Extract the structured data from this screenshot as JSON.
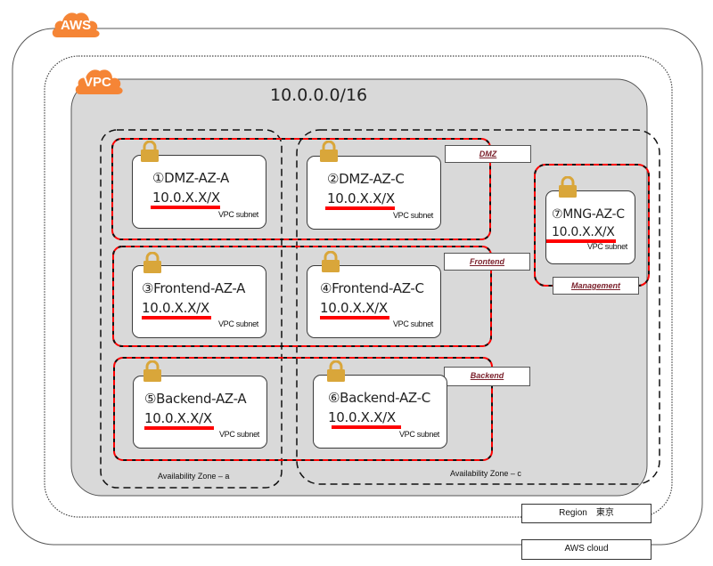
{
  "clouds": {
    "aws_badge": "AWS",
    "vpc_badge": "VPC"
  },
  "colors": {
    "badge_orange": "#f58536",
    "vpc_fill": "#d9d9d9",
    "tier_border": "#ff0000",
    "lock_gold": "#d9a63a",
    "tier_label_text": "#7a1f2a"
  },
  "vpc": {
    "cidr": "10.0.0.0/16"
  },
  "availability_zones": [
    {
      "label": "Availability Zone – a"
    },
    {
      "label": "Availability Zone – c"
    }
  ],
  "tiers": [
    {
      "label": "DMZ"
    },
    {
      "label": "Frontend"
    },
    {
      "label": "Backend"
    },
    {
      "label": "Management"
    }
  ],
  "subnets": [
    {
      "name": "①DMZ-AZ-A",
      "cidr": "10.0.X.X/X",
      "kind": "VPC subnet",
      "icon": "lock-icon"
    },
    {
      "name": "②DMZ-AZ-C",
      "cidr": "10.0.X.X/X",
      "kind": "VPC subnet",
      "icon": "lock-icon"
    },
    {
      "name": "③Frontend-AZ-A",
      "cidr": "10.0.X.X/X",
      "kind": "VPC subnet",
      "icon": "lock-icon"
    },
    {
      "name": "④Frontend-AZ-C",
      "cidr": "10.0.X.X/X",
      "kind": "VPC subnet",
      "icon": "lock-icon"
    },
    {
      "name": "⑤Backend-AZ-A",
      "cidr": "10.0.X.X/X",
      "kind": "VPC subnet",
      "icon": "lock-icon"
    },
    {
      "name": "⑥Backend-AZ-C",
      "cidr": "10.0.X.X/X",
      "kind": "VPC subnet",
      "icon": "lock-icon"
    },
    {
      "name": "⑦MNG-AZ-C",
      "cidr": "10.0.X.X/X",
      "kind": "VPC subnet",
      "icon": "lock-icon"
    }
  ],
  "footer_labels": {
    "region": "Region　東京",
    "aws_cloud": "AWS cloud"
  }
}
